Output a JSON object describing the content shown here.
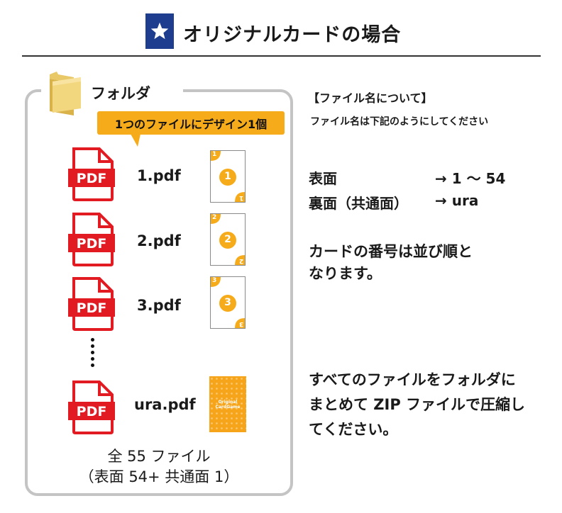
{
  "header": {
    "title": "オリジナルカードの場合",
    "colors": {
      "badge": "#1e3d8f",
      "accent": "#f6ab1a",
      "pdf_red": "#e21a22"
    }
  },
  "folder": {
    "label": "フォルダ",
    "callout": "1つのファイルにデザイン1個",
    "files": [
      {
        "name": "1.pdf",
        "card_number": "1"
      },
      {
        "name": "2.pdf",
        "card_number": "2"
      },
      {
        "name": "3.pdf",
        "card_number": "3"
      }
    ],
    "back": {
      "name": "ura.pdf",
      "card_text_1": "Original",
      "card_text_2": "CardGame"
    },
    "pdf_icon_text": "PDF",
    "total_line1": "全 55 ファイル",
    "total_line2": "（表面 54+ 共通面 1）"
  },
  "info": {
    "heading": "【ファイル名について】",
    "subheading": "ファイル名は下記のようにしてください",
    "mapping": [
      {
        "label": "表面",
        "value": "→ 1 〜 54"
      },
      {
        "label": "裏面（共通面）",
        "value": "→ ura"
      }
    ],
    "note_line1": "カードの番号は並び順と",
    "note_line2": "なります。",
    "zip_line1": "すべてのファイルをフォルダに",
    "zip_line2": "まとめて ZIP ファイルで圧縮し",
    "zip_line3": "てください。"
  }
}
